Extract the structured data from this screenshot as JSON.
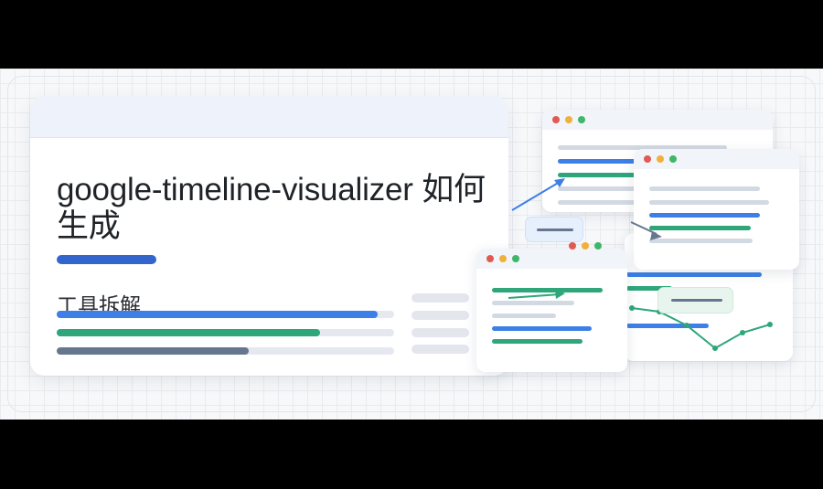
{
  "card": {
    "title": "google-timeline-visualizer 如何生成",
    "subtitle": "工具拆解"
  },
  "progress_bars": [
    {
      "name": "blue",
      "value": 0.95,
      "color": "#3d7fe6"
    },
    {
      "name": "green",
      "value": 0.78,
      "color": "#2ea67a"
    },
    {
      "name": "gray",
      "value": 0.57,
      "color": "#66768f"
    }
  ],
  "window_dot_colors": [
    "#e05a52",
    "#f0b03c",
    "#3fb66b"
  ],
  "colors": {
    "accent_blue": "#3d7fe6",
    "accent_green": "#2ea67a",
    "slate": "#66768f",
    "title_underline": "#3366cc"
  }
}
